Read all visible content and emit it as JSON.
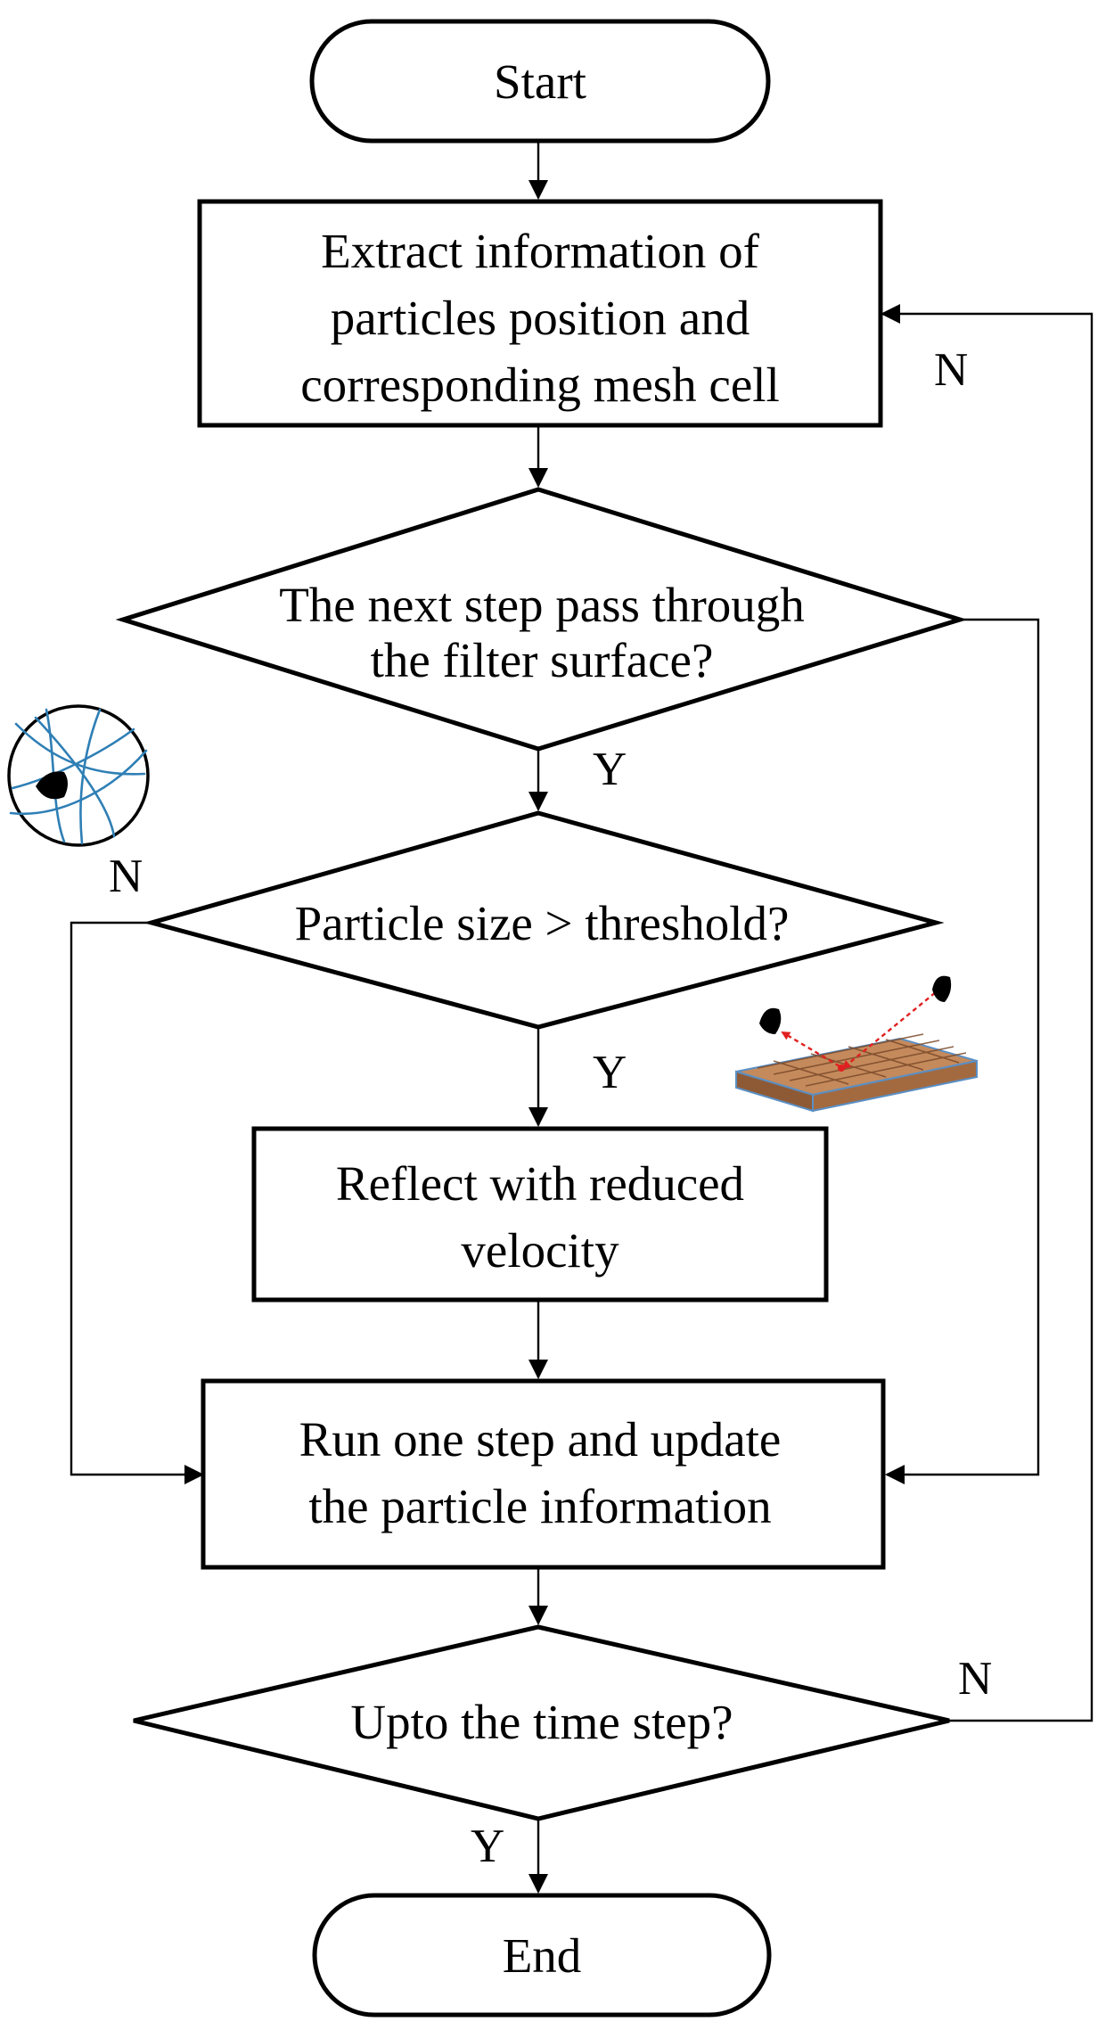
{
  "flowchart": {
    "start": "Start",
    "extract": [
      "Extract information of",
      "particles position and",
      "corresponding mesh cell"
    ],
    "decision_pass": [
      "The next step pass through",
      "the filter surface?"
    ],
    "decision_size": "Particle size > threshold?",
    "reflect": [
      "Reflect with reduced",
      "velocity"
    ],
    "run": [
      "Run one step and update",
      "the particle information"
    ],
    "decision_time": "Upto the time step?",
    "end": "End"
  },
  "edge_labels": {
    "pass_no": "N",
    "pass_yes": "Y",
    "size_no": "N",
    "size_yes": "Y",
    "time_no": "N",
    "time_yes": "Y"
  },
  "colors": {
    "fiber": "#2f7fb5",
    "filter_surface": "#b07850",
    "filter_edge": "#5a8fc4",
    "trajectory": "#e02020",
    "particle": "#000000"
  },
  "icons": [
    "fiber-filter-icon",
    "filter-surface-reflection-icon"
  ]
}
